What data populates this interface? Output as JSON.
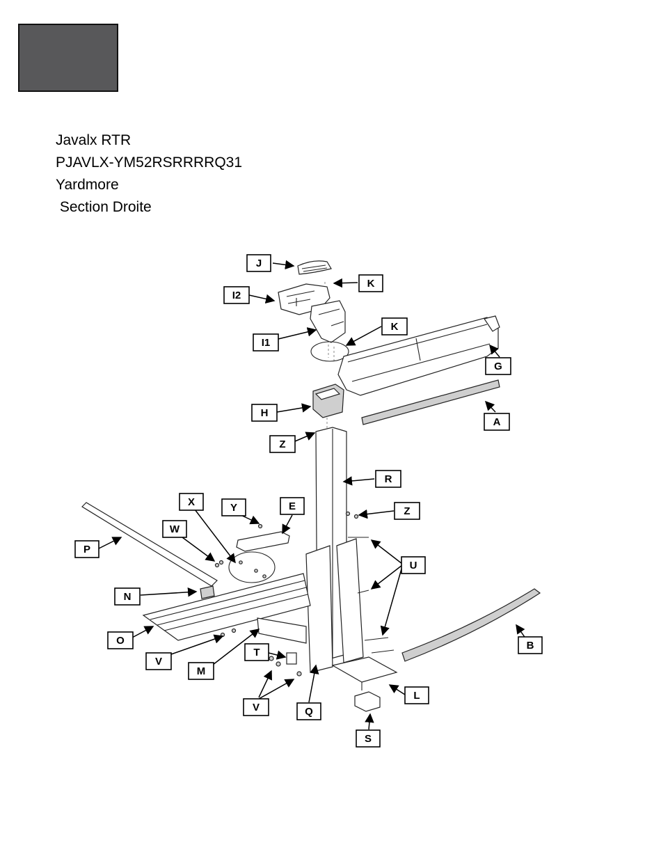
{
  "header": {
    "swatch_color": "#58585a",
    "lines": [
      "Javalx RTR",
      "PJAVLX-YM52RSRRRRQ31",
      "Yardmore",
      " Section Droite"
    ]
  },
  "labels": [
    "J",
    "K",
    "I2",
    "K",
    "I1",
    "G",
    "H",
    "A",
    "Z",
    "R",
    "X",
    "Y",
    "E",
    "Z",
    "W",
    "P",
    "U",
    "N",
    "O",
    "B",
    "V",
    "T",
    "M",
    "V",
    "Q",
    "L",
    "S"
  ]
}
